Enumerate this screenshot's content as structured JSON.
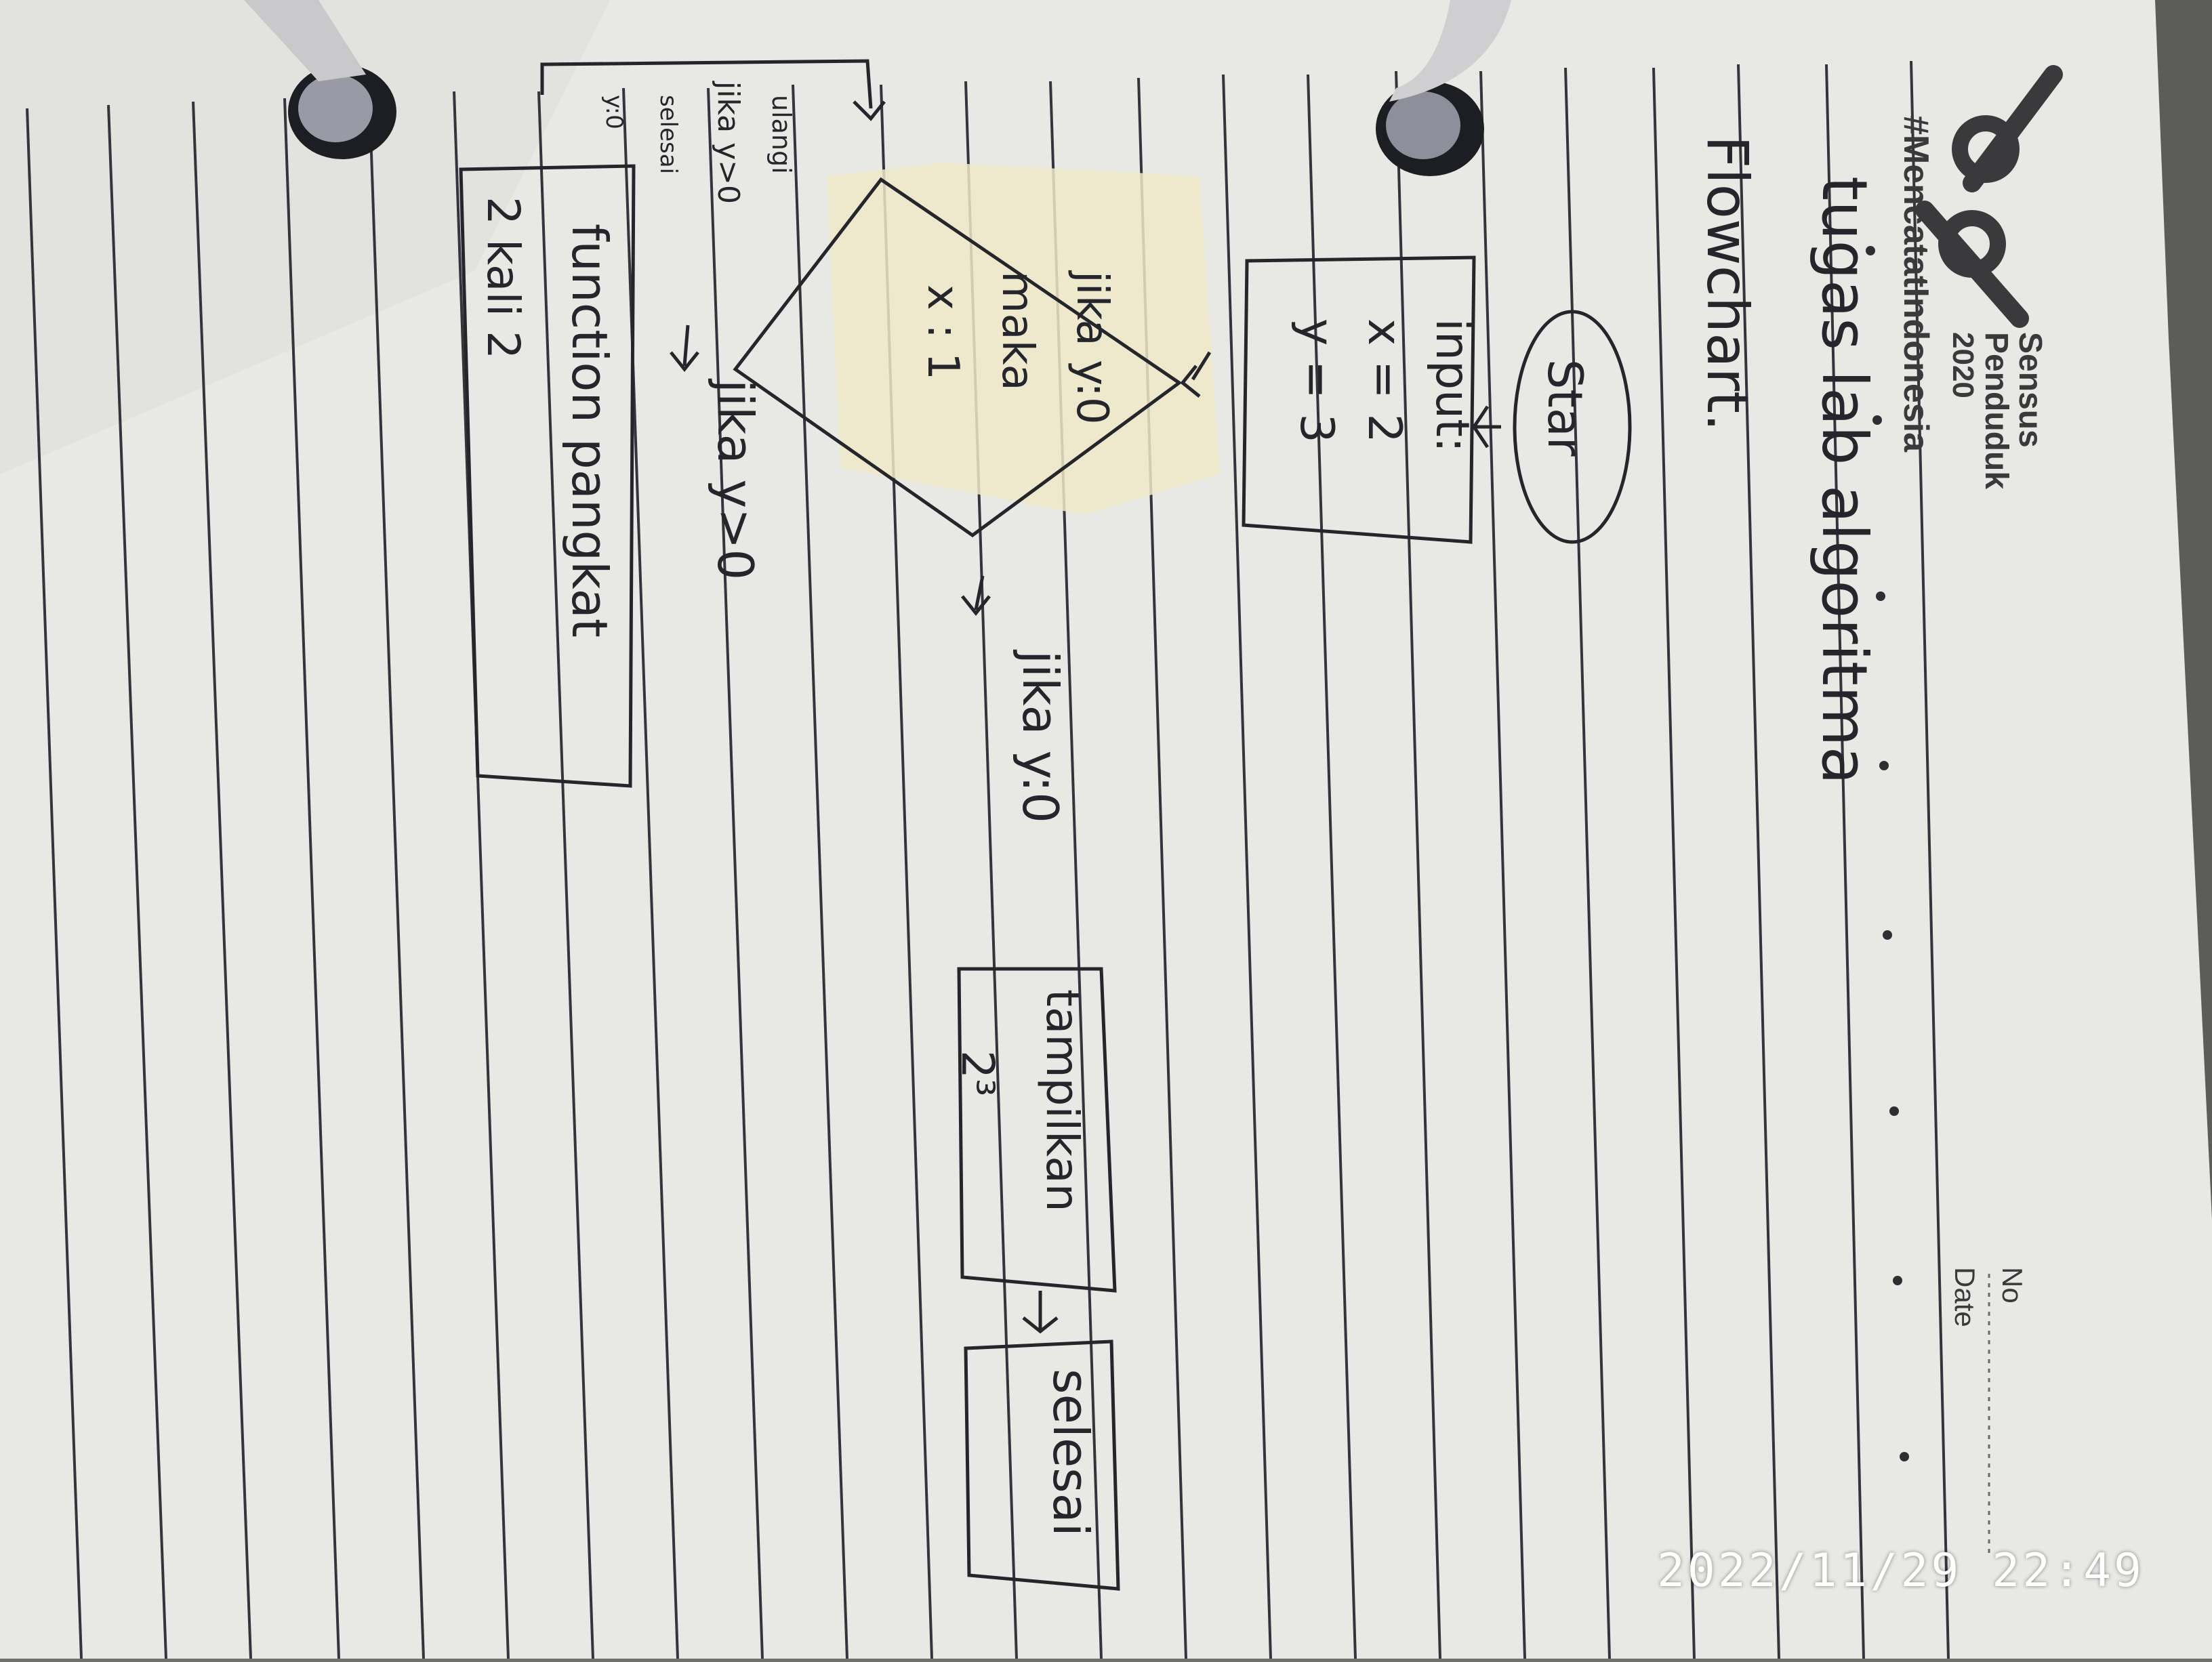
{
  "logo": {
    "title": "Sensus",
    "line2": "Penduduk",
    "year": "2020",
    "hashtag": "#MencatatIndonesia"
  },
  "page_header": {
    "no_label": "No",
    "date_label": "Date"
  },
  "notes": {
    "heading": "tugas lab algoritma",
    "subheading": "Flowchart."
  },
  "flowchart": {
    "start": "Star",
    "input": [
      "input:",
      "x = 2",
      "y = 3"
    ],
    "decision": [
      "jika y:0",
      "maka",
      "x : 1"
    ],
    "branch_zero": "jika y:0",
    "output": [
      "tampilkan",
      "2³"
    ],
    "end": "selesai",
    "branch_positive": "jika y>0",
    "loop_note": [
      "ulangi",
      "jika y>0",
      "selesai",
      "y:0"
    ],
    "process": [
      "function pangkat",
      "2 kali 2"
    ]
  },
  "timestamp": "2022/11/29 22:49",
  "colors": {
    "paper": "#e9e9e6",
    "rule": "#30303a",
    "ink": "#25252c",
    "tape": "#efe7c8"
  }
}
